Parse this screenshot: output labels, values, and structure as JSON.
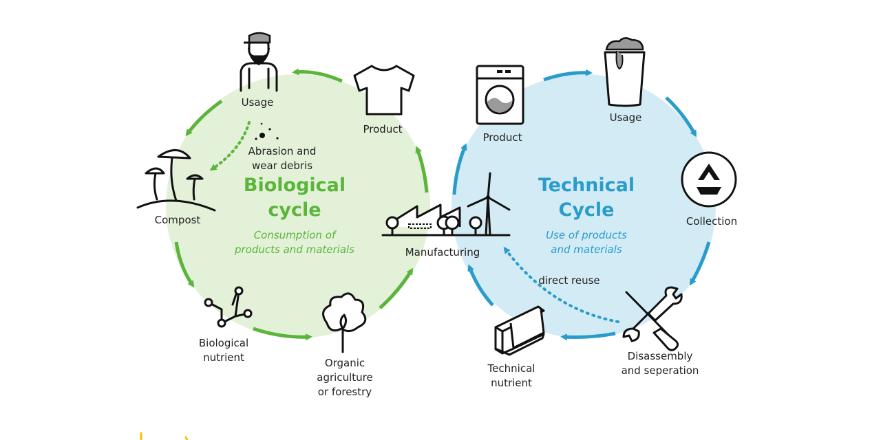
{
  "biological": {
    "title_line1": "Biological",
    "title_line2": "cycle",
    "subtitle_line1": "Consumption of",
    "subtitle_line2": "products and materials",
    "color": "#5bb53a",
    "fill": "#e3f1d9",
    "nodes": {
      "usage": "Usage",
      "product": "Product",
      "abrasion_line1": "Abrasion and",
      "abrasion_line2": "wear debris",
      "compost": "Compost",
      "nutrient_line1": "Biological",
      "nutrient_line2": "nutrient",
      "agri_line1": "Organic",
      "agri_line2": "agriculture",
      "agri_line3": "or forestry"
    }
  },
  "technical": {
    "title_line1": "Technical",
    "title_line2": "Cycle",
    "subtitle_line1": "Use of products",
    "subtitle_line2": "and materials",
    "color": "#2a9ccc",
    "fill": "#d3ebf5",
    "nodes": {
      "product": "Product",
      "usage": "Usage",
      "collection": "Collection",
      "disassembly_line1": "Disassembly",
      "disassembly_line2": "and seperation",
      "nutrient_line1": "Technical",
      "nutrient_line2": "nutrient",
      "direct_reuse": "direct reuse"
    }
  },
  "center": {
    "manufacturing": "Manufacturing"
  }
}
